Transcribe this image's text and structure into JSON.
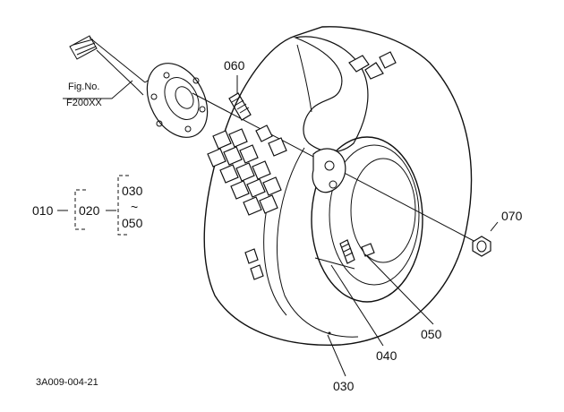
{
  "diagram": {
    "callouts": {
      "p060": "060",
      "p070": "070",
      "p050": "050",
      "p040": "040",
      "p030": "030"
    },
    "reference": {
      "line1": "Fig.No.",
      "line2": "F200XX"
    },
    "tree": {
      "root": "010",
      "mid": "020",
      "top": "030",
      "tilde": "~",
      "bottom": "050"
    },
    "figure_code": "3A009-004-21"
  }
}
